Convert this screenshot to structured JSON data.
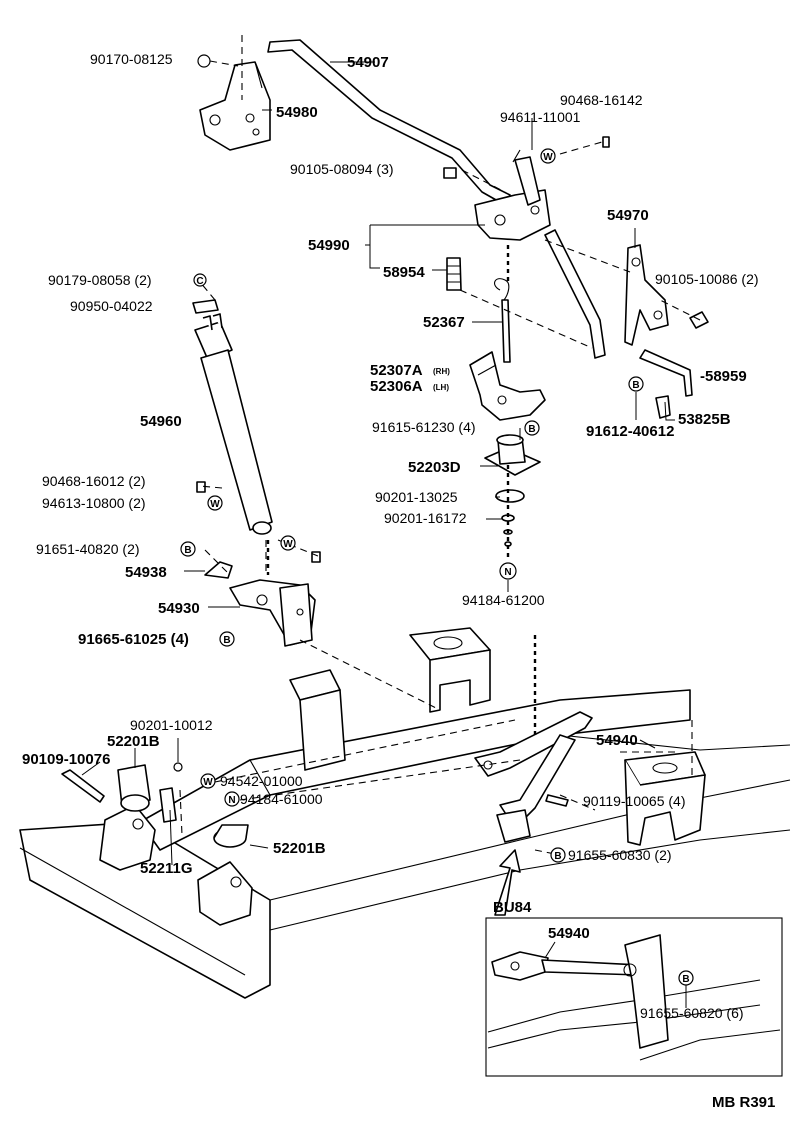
{
  "labels": {
    "p54907": "54907",
    "p90170_08125": "90170-08125",
    "p54980": "54980",
    "p90468_16142": "90468-16142",
    "p94611_11001": "94611-11001",
    "p90105_08094": "90105-08094 (3)",
    "p54970": "54970",
    "p54990": "54990",
    "p58954": "58954",
    "p90105_10086": "90105-10086 (2)",
    "p90179_08058": "90179-08058 (2)",
    "p90950_04022": "90950-04022",
    "p52367": "52367",
    "p52307A": "52307A",
    "p52307A_side": "(RH)",
    "p52306A": "52306A",
    "p52306A_side": "(LH)",
    "p58959": "-58959",
    "p54960": "54960",
    "p91615_61230": "91615-61230 (4)",
    "p91612_40612": "91612-40612",
    "p53825B": "53825B",
    "p52203D": "52203D",
    "p90468_16012": "90468-16012 (2)",
    "p94613_10800": "94613-10800 (2)",
    "p90201_13025": "90201-13025",
    "p90201_16172": "90201-16172",
    "p91651_40820": "91651-40820 (2)",
    "p54938": "54938",
    "p94184_61200": "94184-61200",
    "p54930": "54930",
    "p91665_61025": "91665-61025 (4)",
    "p90201_10012": "90201-10012",
    "p54940": "54940",
    "p52201B_a": "52201B",
    "p90109_10076": "90109-10076",
    "p94542_01000": "94542-01000",
    "p94184_61000": "94184-61000",
    "p90119_10065": "90119-10065 (4)",
    "p52201B_b": "52201B",
    "p52211G": "52211G",
    "p91655_60830": "91655-60830 (2)",
    "inset_title": "BU84",
    "inset_54940": "54940",
    "inset_91655_60820": "91655-60820 (6)",
    "ref_code": "MB R391"
  },
  "symbols": {
    "washer": "W",
    "bolt": "B",
    "nut": "N",
    "clip": "C"
  }
}
